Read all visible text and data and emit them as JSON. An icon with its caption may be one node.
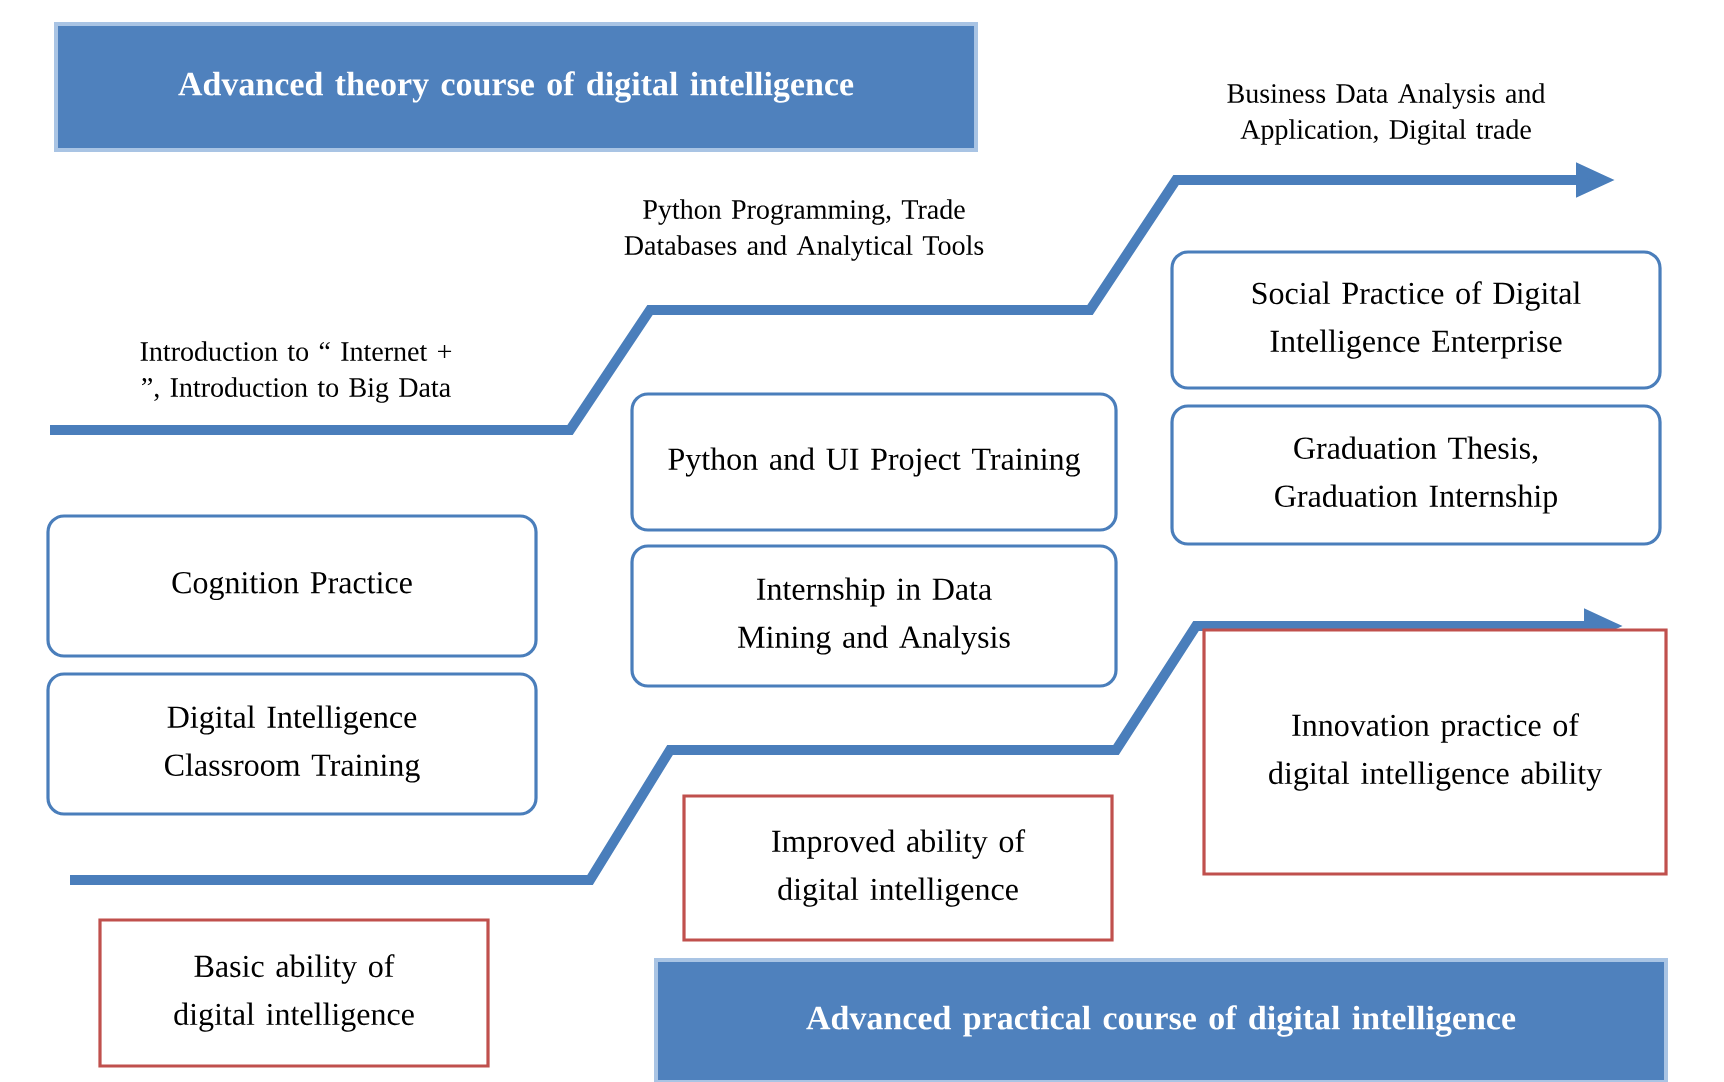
{
  "diagram": {
    "nodes": [
      {
        "text": [
          "Advanced theory course of digital intelligence"
        ]
      },
      {
        "text": [
          "Cognition Practice"
        ]
      },
      {
        "text": [
          "Digital Intelligence Classroom Training"
        ]
      },
      {
        "text": [
          "Python and UI Project Training"
        ]
      },
      {
        "text": [
          "Internship in Data Mining and Analysis"
        ]
      },
      {
        "text": [
          "Social Practice of Digital Intelligence Enterprise"
        ]
      },
      {
        "text": [
          "Graduation Thesis, Graduation Internship"
        ]
      },
      {
        "text": [
          "Innovation practice of digital intelligence ability"
        ]
      },
      {
        "text": [
          "Improved ability of digital intelligence"
        ]
      },
      {
        "text": [
          "Basic ability of digital intelligence"
        ]
      },
      {
        "text": [
          "Advanced practical course of digital intelligence"
        ]
      }
    ],
    "edges": [],
    "labels": [
      "Introduction to “ Internet + ”, Introduction to Big Data",
      "Python Programming, Trade Databases and Analytical Tools",
      "Business Data Analysis and Application, Digital trade"
    ]
  }
}
